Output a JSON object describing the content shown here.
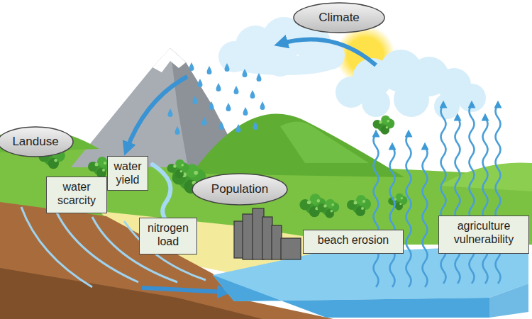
{
  "diagram": {
    "nodes": [
      {
        "text": [
          "Climate"
        ]
      },
      {
        "text": [
          "Landuse"
        ]
      },
      {
        "text": [
          "water yield"
        ]
      },
      {
        "text": [
          "water scarcity"
        ]
      },
      {
        "text": [
          "Population"
        ]
      },
      {
        "text": [
          "nitrogen load"
        ]
      },
      {
        "text": [
          "beach erosion"
        ]
      },
      {
        "text": [
          "agriculture vulnerability"
        ]
      }
    ]
  }
}
